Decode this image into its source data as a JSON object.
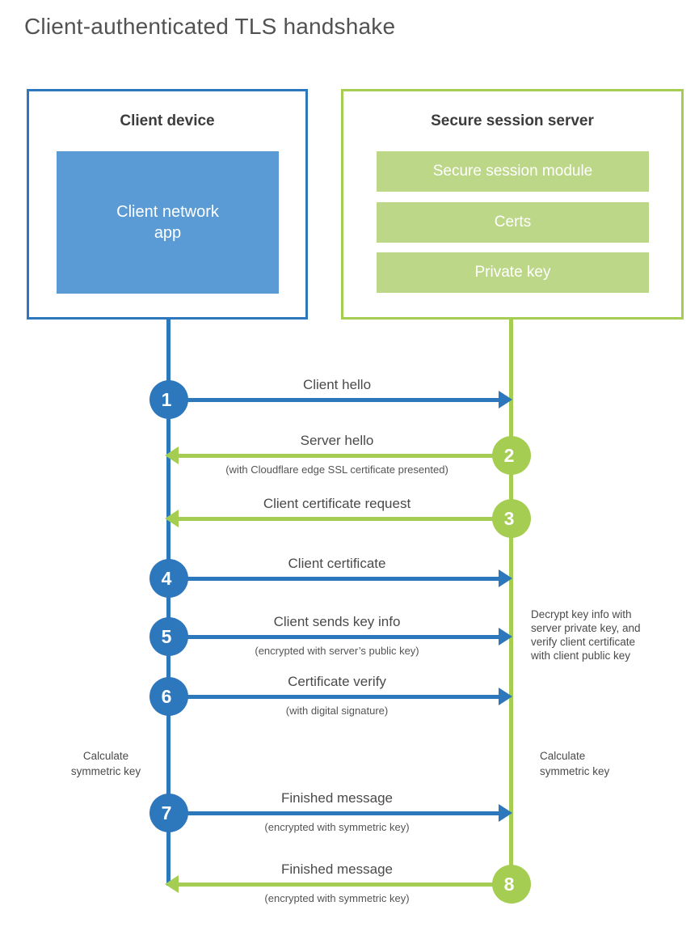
{
  "page": {
    "title": "Client-authenticated TLS handshake"
  },
  "colors": {
    "blue": "#2d77bd",
    "blue_light": "#5b9bd5",
    "green": "#a4cd52",
    "green_light": "#bcd787"
  },
  "client_box": {
    "title": "Client device",
    "app_label": "Client network\napp"
  },
  "server_box": {
    "title": "Secure session server",
    "modules": [
      "Secure session module",
      "Certs",
      "Private key"
    ]
  },
  "steps": [
    {
      "number": "1",
      "label": "Client hello",
      "sublabel": "",
      "direction": "right",
      "from": "client",
      "to": "server"
    },
    {
      "number": "2",
      "label": "Server hello",
      "sublabel": "(with Cloudflare edge SSL certificate presented)",
      "direction": "left",
      "from": "server",
      "to": "client"
    },
    {
      "number": "3",
      "label": "Client certificate request",
      "sublabel": "",
      "direction": "left",
      "from": "server",
      "to": "client"
    },
    {
      "number": "4",
      "label": "Client certificate",
      "sublabel": "",
      "direction": "right",
      "from": "client",
      "to": "server"
    },
    {
      "number": "5",
      "label": "Client sends key info",
      "sublabel": "(encrypted with server’s public key)",
      "direction": "right",
      "from": "client",
      "to": "server"
    },
    {
      "number": "6",
      "label": "Certificate verify",
      "sublabel": "(with digital signature)",
      "direction": "right",
      "from": "client",
      "to": "server"
    },
    {
      "number": "7",
      "label": "Finished message",
      "sublabel": "(encrypted with symmetric key)",
      "direction": "right",
      "from": "client",
      "to": "server"
    },
    {
      "number": "8",
      "label": "Finished message",
      "sublabel": "(encrypted with symmetric key)",
      "direction": "left",
      "from": "server",
      "to": "client"
    }
  ],
  "notes": {
    "decrypt": "Decrypt key info with\nserver private key, and\nverify client certificate\nwith client public key",
    "calc_client": "Calculate\nsymmetric key",
    "calc_server": "Calculate\nsymmetric key"
  }
}
